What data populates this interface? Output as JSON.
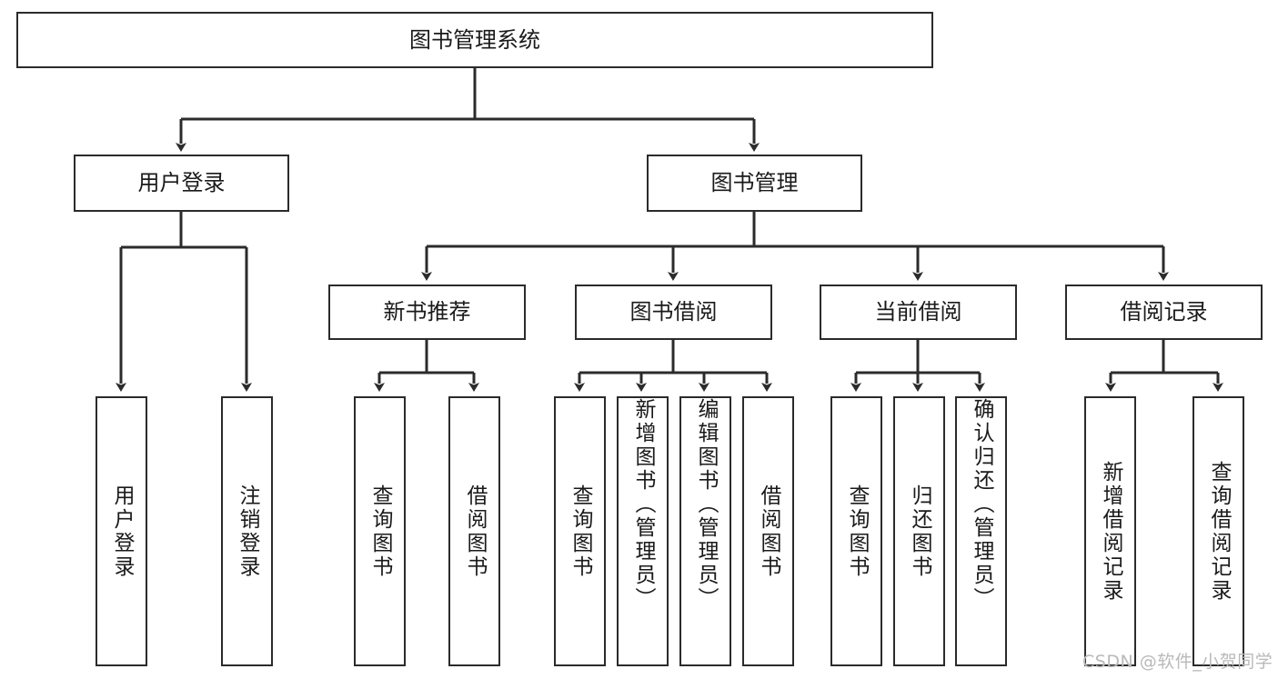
{
  "diagram": {
    "title": "图书管理系统",
    "accent_color": "#2b2b2b",
    "background_color": "#ffffff",
    "text_color": "#1a1a1a",
    "watermark": "CSDN @软件_小贺同学",
    "watermark_color": "#b9b9b9",
    "nodes": {
      "root": {
        "label": "图书管理系统"
      },
      "level2": [
        {
          "id": "user-login",
          "label": "用户登录"
        },
        {
          "id": "book-management",
          "label": "图书管理"
        }
      ],
      "level3": [
        {
          "id": "new-book-recommend",
          "label": "新书推荐"
        },
        {
          "id": "book-borrow",
          "label": "图书借阅"
        },
        {
          "id": "current-borrow",
          "label": "当前借阅"
        },
        {
          "id": "borrow-record",
          "label": "借阅记录"
        }
      ],
      "leaves": [
        {
          "id": "leaf-user-login",
          "label": "用户登录",
          "parent": "user-login"
        },
        {
          "id": "leaf-logout",
          "label": "注销登录",
          "parent": "user-login"
        },
        {
          "id": "leaf-query-book-1",
          "label": "查询图书",
          "parent": "new-book-recommend"
        },
        {
          "id": "leaf-borrow-book-1",
          "label": "借阅图书",
          "parent": "new-book-recommend"
        },
        {
          "id": "leaf-query-book-2",
          "label": "查询图书",
          "parent": "book-borrow"
        },
        {
          "id": "leaf-add-book",
          "label": "新增图书（管理员）",
          "parent": "book-borrow"
        },
        {
          "id": "leaf-edit-book",
          "label": "编辑图书（管理员）",
          "parent": "book-borrow"
        },
        {
          "id": "leaf-borrow-book-2",
          "label": "借阅图书",
          "parent": "book-borrow"
        },
        {
          "id": "leaf-query-book-3",
          "label": "查询图书",
          "parent": "current-borrow"
        },
        {
          "id": "leaf-return-book",
          "label": "归还图书",
          "parent": "current-borrow"
        },
        {
          "id": "leaf-confirm-return",
          "label": "确认归还（管理员）",
          "parent": "current-borrow"
        },
        {
          "id": "leaf-add-record",
          "label": "新增借阅记录",
          "parent": "borrow-record"
        },
        {
          "id": "leaf-query-record",
          "label": "查询借阅记录",
          "parent": "borrow-record"
        }
      ]
    }
  }
}
